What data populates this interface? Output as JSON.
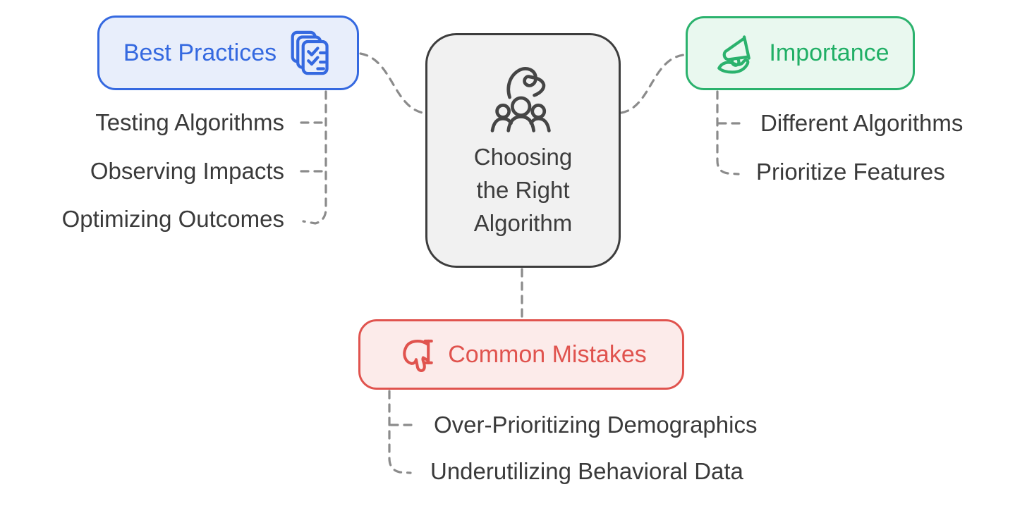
{
  "diagram": {
    "central_node": {
      "label": "Choosing the Right Algorithm",
      "icon": "choose-person-icon"
    },
    "branches": {
      "best_practices": {
        "label": "Best Practices",
        "icon": "checklist-stack-icon",
        "accent_color": "#3569e0",
        "fill_color": "#e8eefb",
        "items": [
          "Testing Algorithms",
          "Observing Impacts",
          "Optimizing Outcomes"
        ]
      },
      "importance": {
        "label": "Importance",
        "icon": "megaphone-hand-icon",
        "accent_color": "#2bb26d",
        "fill_color": "#e9f8ef",
        "items": [
          "Different Algorithms",
          "Prioritize Features"
        ]
      },
      "common_mistakes": {
        "label": "Common Mistakes",
        "icon": "thumbs-down-icon",
        "accent_color": "#e0534e",
        "fill_color": "#fcebea",
        "items": [
          "Over-Prioritizing Demographics",
          "Underutilizing Behavioral Data"
        ]
      }
    },
    "style": {
      "central_fill": "#f1f1f1",
      "central_border": "#3d3d3d",
      "text_color": "#3a3a3a",
      "connector_color": "#8b8b8b"
    }
  }
}
